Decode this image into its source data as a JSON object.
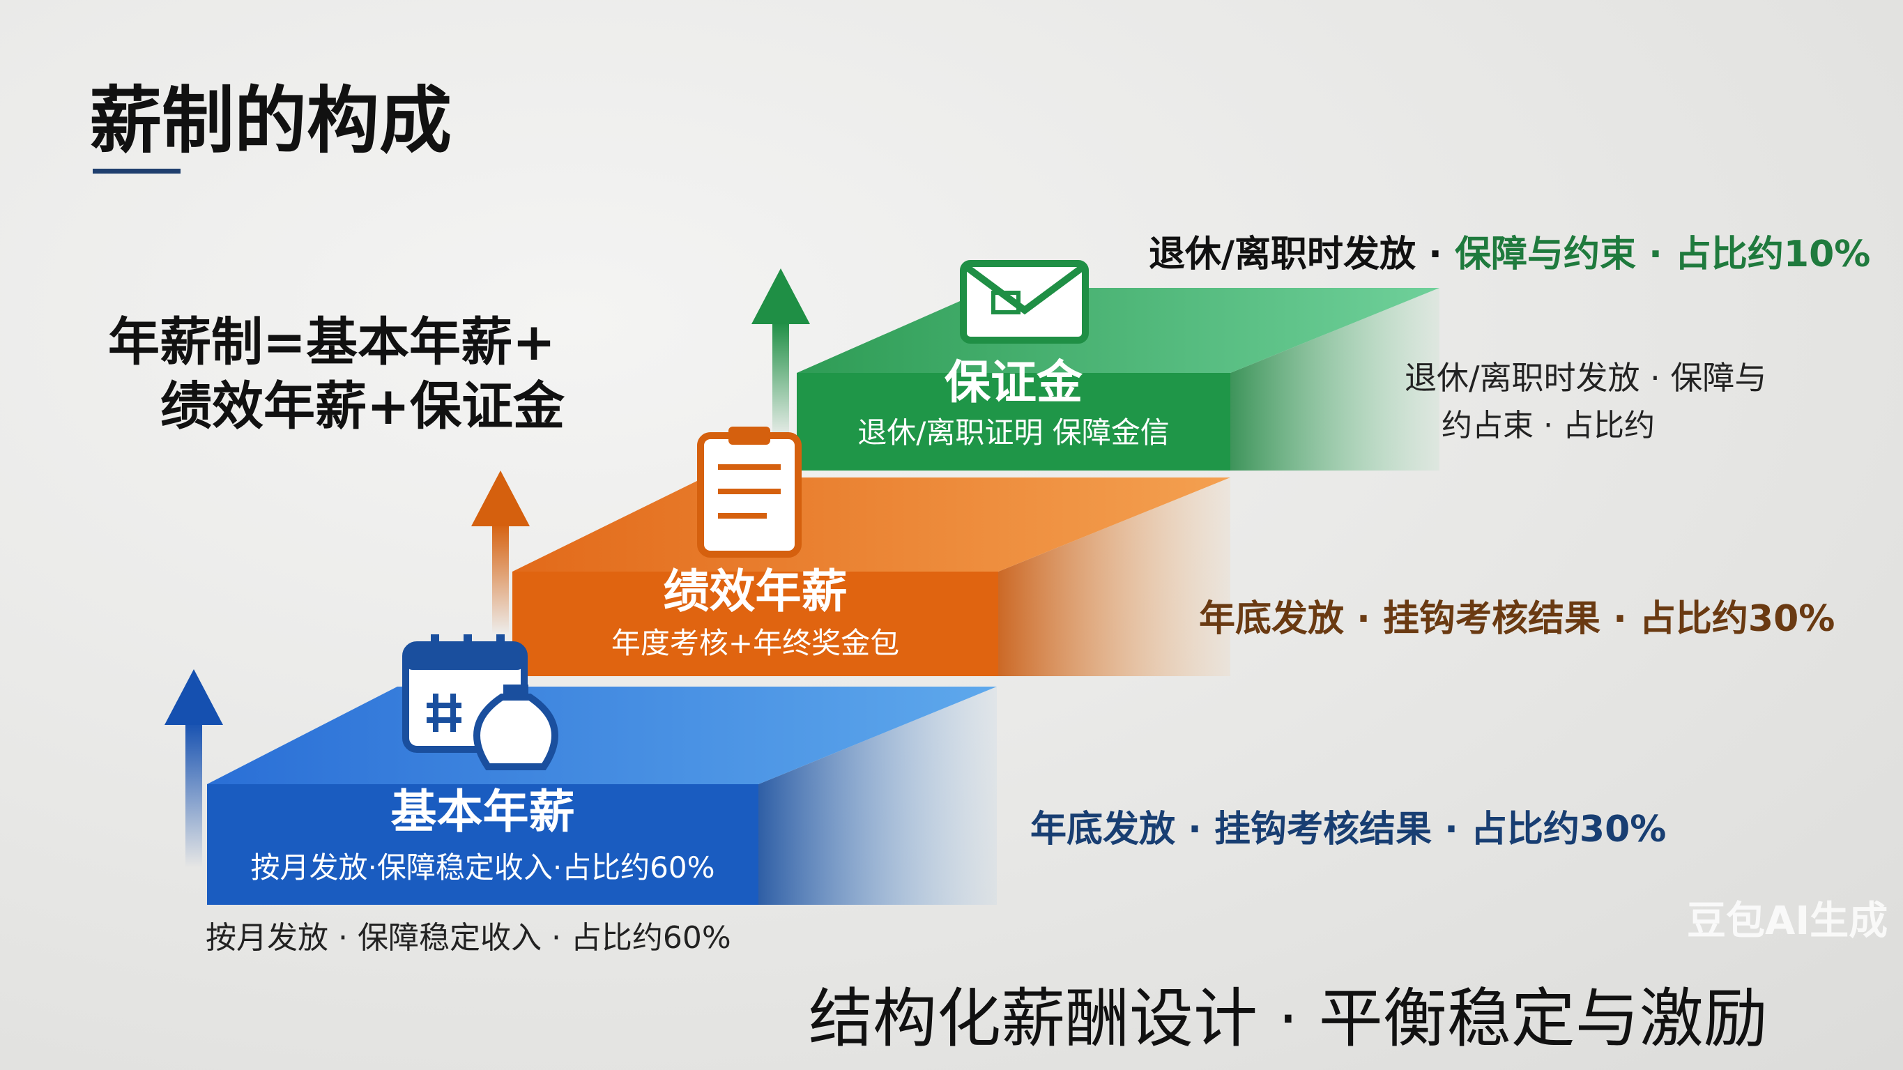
{
  "title": "薪制的构成",
  "formula": {
    "line1": "年薪制=基本年薪+",
    "line2": "绩效年薪+保证金"
  },
  "steps": [
    {
      "name": "基本年薪",
      "sub": "按月发放·保障稳定收入·占比约60%",
      "color": "#1e63c8",
      "icon": "calendar-money-bag-icon"
    },
    {
      "name": "绩效年薪",
      "sub": "年度考核+年终奖金包",
      "color": "#e86a12",
      "icon": "clipboard-checklist-icon"
    },
    {
      "name": "保证金",
      "sub": "退休/离职证明 保障金信",
      "color": "#1f9648",
      "icon": "envelope-icon"
    }
  ],
  "notes": {
    "green_top_a": "退休/离职时发放 · ",
    "green_top_b": "保障与约束 · 占比约10%",
    "green_side_1": "退休/离职时发放 · 保障与",
    "green_side_2": "约占束 · 占比约",
    "orange": "年底发放 · 挂钩考核结果 · 占比约30%",
    "blue": "年底发放 · 挂钩考核结果 · 占比约30%",
    "below_blue": "按月发放 · 保障稳定收入 · 占比约60%"
  },
  "tagline": "结构化薪酬设计 · 平衡稳定与激励",
  "watermark": "豆包AI生成"
}
